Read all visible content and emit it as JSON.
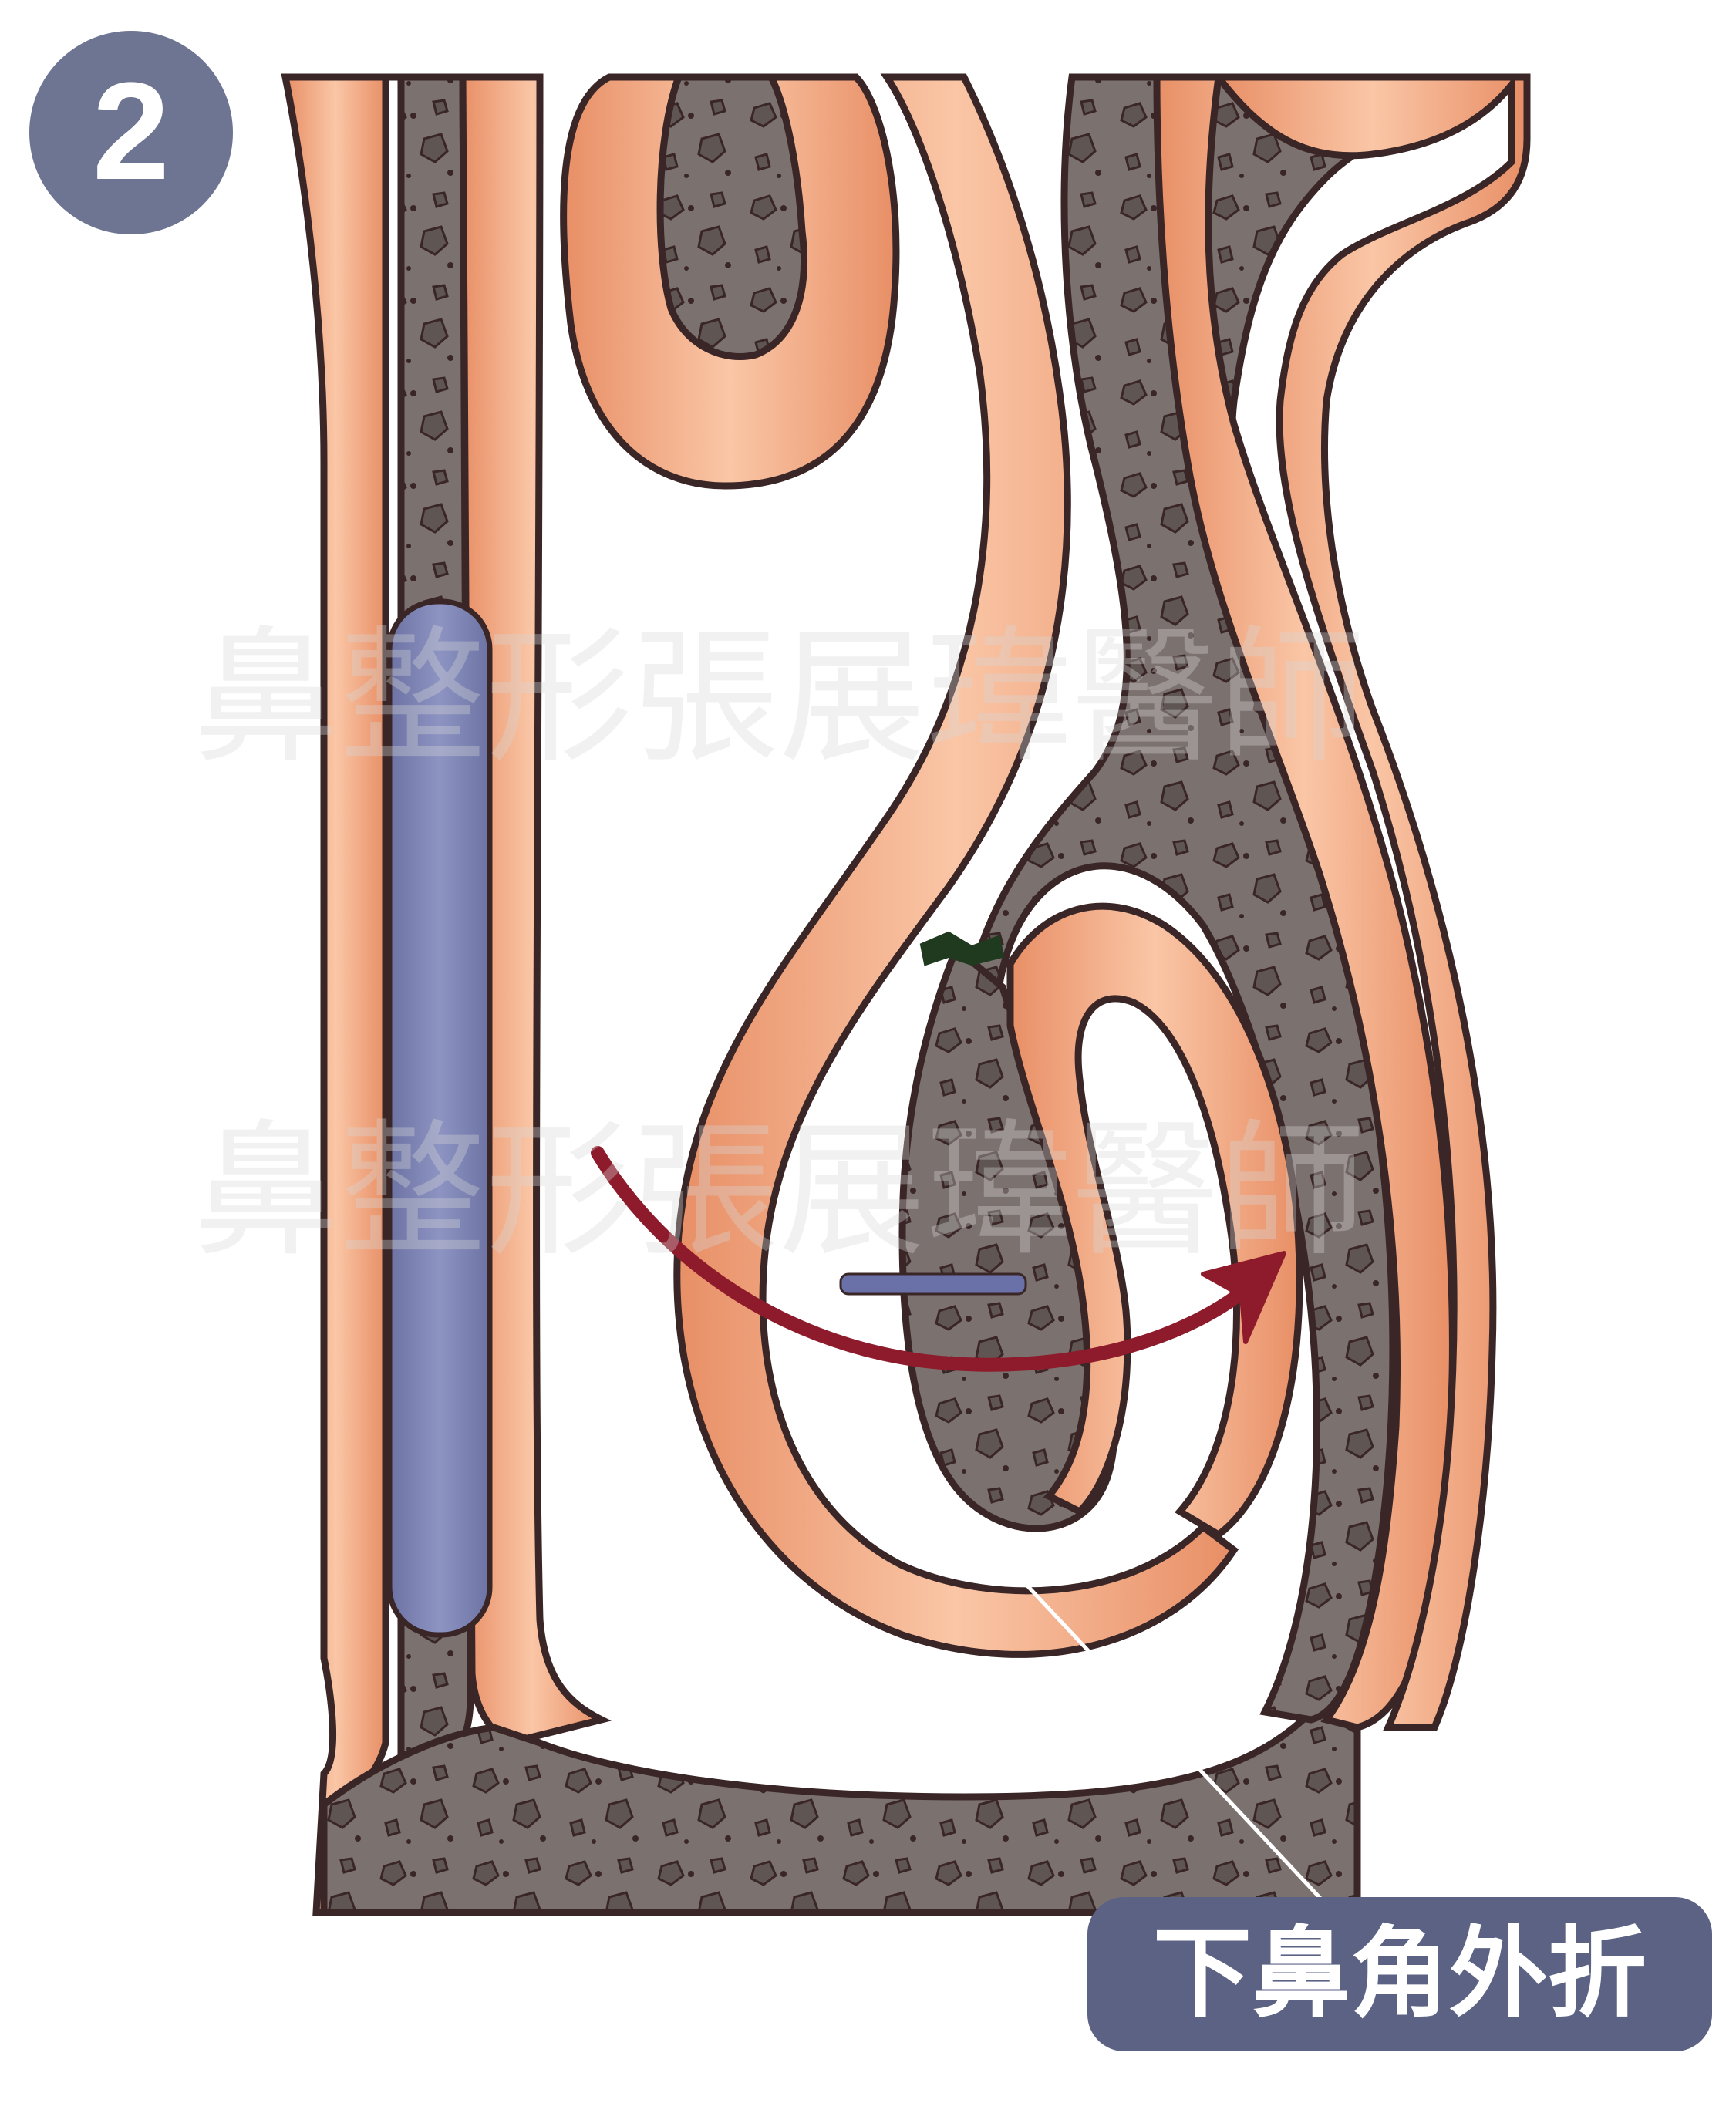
{
  "step": {
    "number": "2"
  },
  "callout": {
    "label": "下鼻角外折"
  },
  "watermark": {
    "line1": "鼻整形張展瑋醫師",
    "line2": "鼻整形張展瑋醫師"
  },
  "colors": {
    "badge": "#6e7592",
    "label_bg": "#5b6283",
    "skin": "#f2aa86",
    "skin_light": "#f9c7a8",
    "skin_dark": "#d97f57",
    "bone": "#7b716e",
    "bone_spot": "#5f5552",
    "outline": "#3a2626",
    "implant": "#7d84b3",
    "arrow": "#8e1b2b",
    "suture_green": "#1f3a1f",
    "cut_mark": "#6a71a8"
  }
}
